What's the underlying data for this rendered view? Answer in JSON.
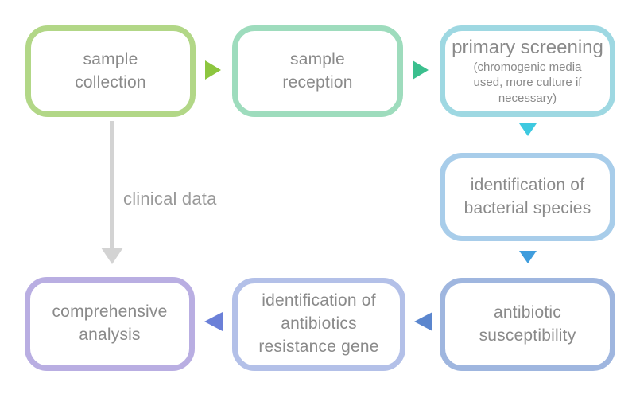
{
  "colors": {
    "node1_border": "#b2d787",
    "node2_border": "#9edcbd",
    "node3_border": "#9ed8e2",
    "node4_border": "#a8cdea",
    "node5_border": "#9fb6df",
    "node6_border": "#b3c0e8",
    "node7_border": "#b9aee2",
    "arrow1": "#8dc63f",
    "arrow2": "#3bbf8e",
    "arrow3": "#3ec9e0",
    "arrow4": "#3f9ddd",
    "arrow5": "#5b86ce",
    "arrow6": "#6b80d8",
    "gray_arrow": "#d3d3d3",
    "text_color": "#8a8a8a",
    "annotation_color": "#9a9a9a"
  },
  "nodes": {
    "sample_collection": {
      "label": "sample\ncollection"
    },
    "sample_reception": {
      "label": "sample\nreception"
    },
    "primary_screening": {
      "title": "primary screening",
      "subtitle": "(chromogenic media\nused, more culture if\nnecessary)"
    },
    "bacterial_species": {
      "label": "identification of\nbacterial species"
    },
    "antibiotic_susceptibility": {
      "label": "antibiotic\nsusceptibility"
    },
    "resistance_gene": {
      "label": "identification of\nantibiotics\nresistance gene"
    },
    "comprehensive_analysis": {
      "label": "comprehensive\nanalysis"
    }
  },
  "annotations": {
    "clinical_data": "clinical data"
  }
}
